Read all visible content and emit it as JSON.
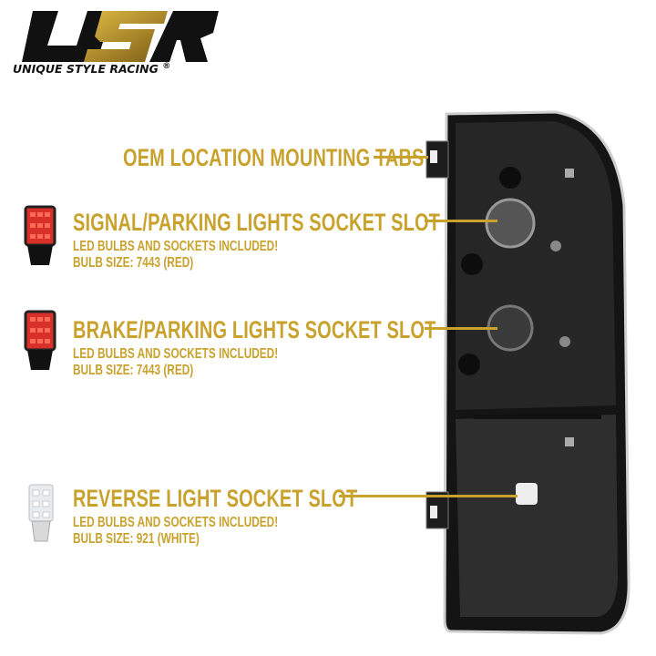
{
  "brand": {
    "logo_text": "USR",
    "name": "UNIQUE STYLE RACING",
    "registered": "®"
  },
  "colors": {
    "accent": "#C9A22E",
    "housing": "#1a1a1a",
    "led_red": "#d8312a",
    "led_white": "#e8ecef"
  },
  "callouts": [
    {
      "title": "OEM LOCATION MOUNTING TABS"
    },
    {
      "title": "SIGNAL/PARKING LIGHTS SOCKET SLOT",
      "line1": "LED BULBS AND SOCKETS INCLUDED!",
      "line2": "BULB SIZE: 7443 (RED)"
    },
    {
      "title": "BRAKE/PARKING LIGHTS SOCKET SLOT",
      "line1": "LED BULBS AND SOCKETS INCLUDED!",
      "line2": "BULB SIZE: 7443 (RED)"
    },
    {
      "title": "REVERSE LIGHT SOCKET SLOT",
      "line1": "LED BULBS AND SOCKETS INCLUDED!",
      "line2": "BULB SIZE: 921 (WHITE)"
    }
  ]
}
